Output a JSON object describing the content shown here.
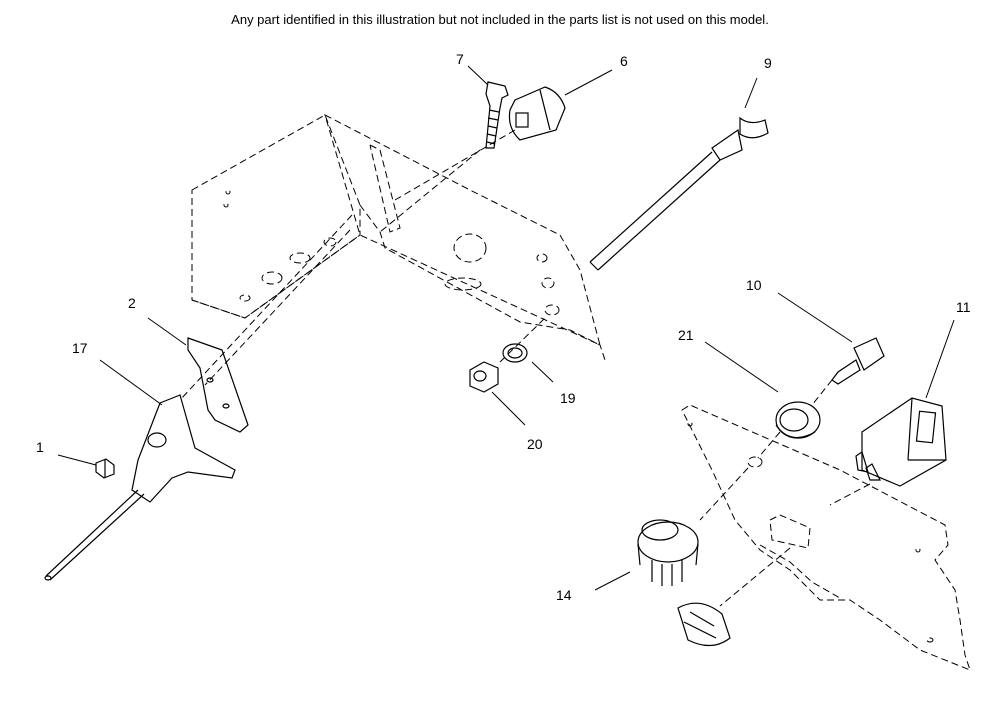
{
  "note": "Any part identified in this illustration but not included in the parts list is not used on this model.",
  "callouts": [
    "1",
    "2",
    "6",
    "7",
    "9",
    "10",
    "11",
    "14",
    "17",
    "19",
    "20",
    "21"
  ]
}
